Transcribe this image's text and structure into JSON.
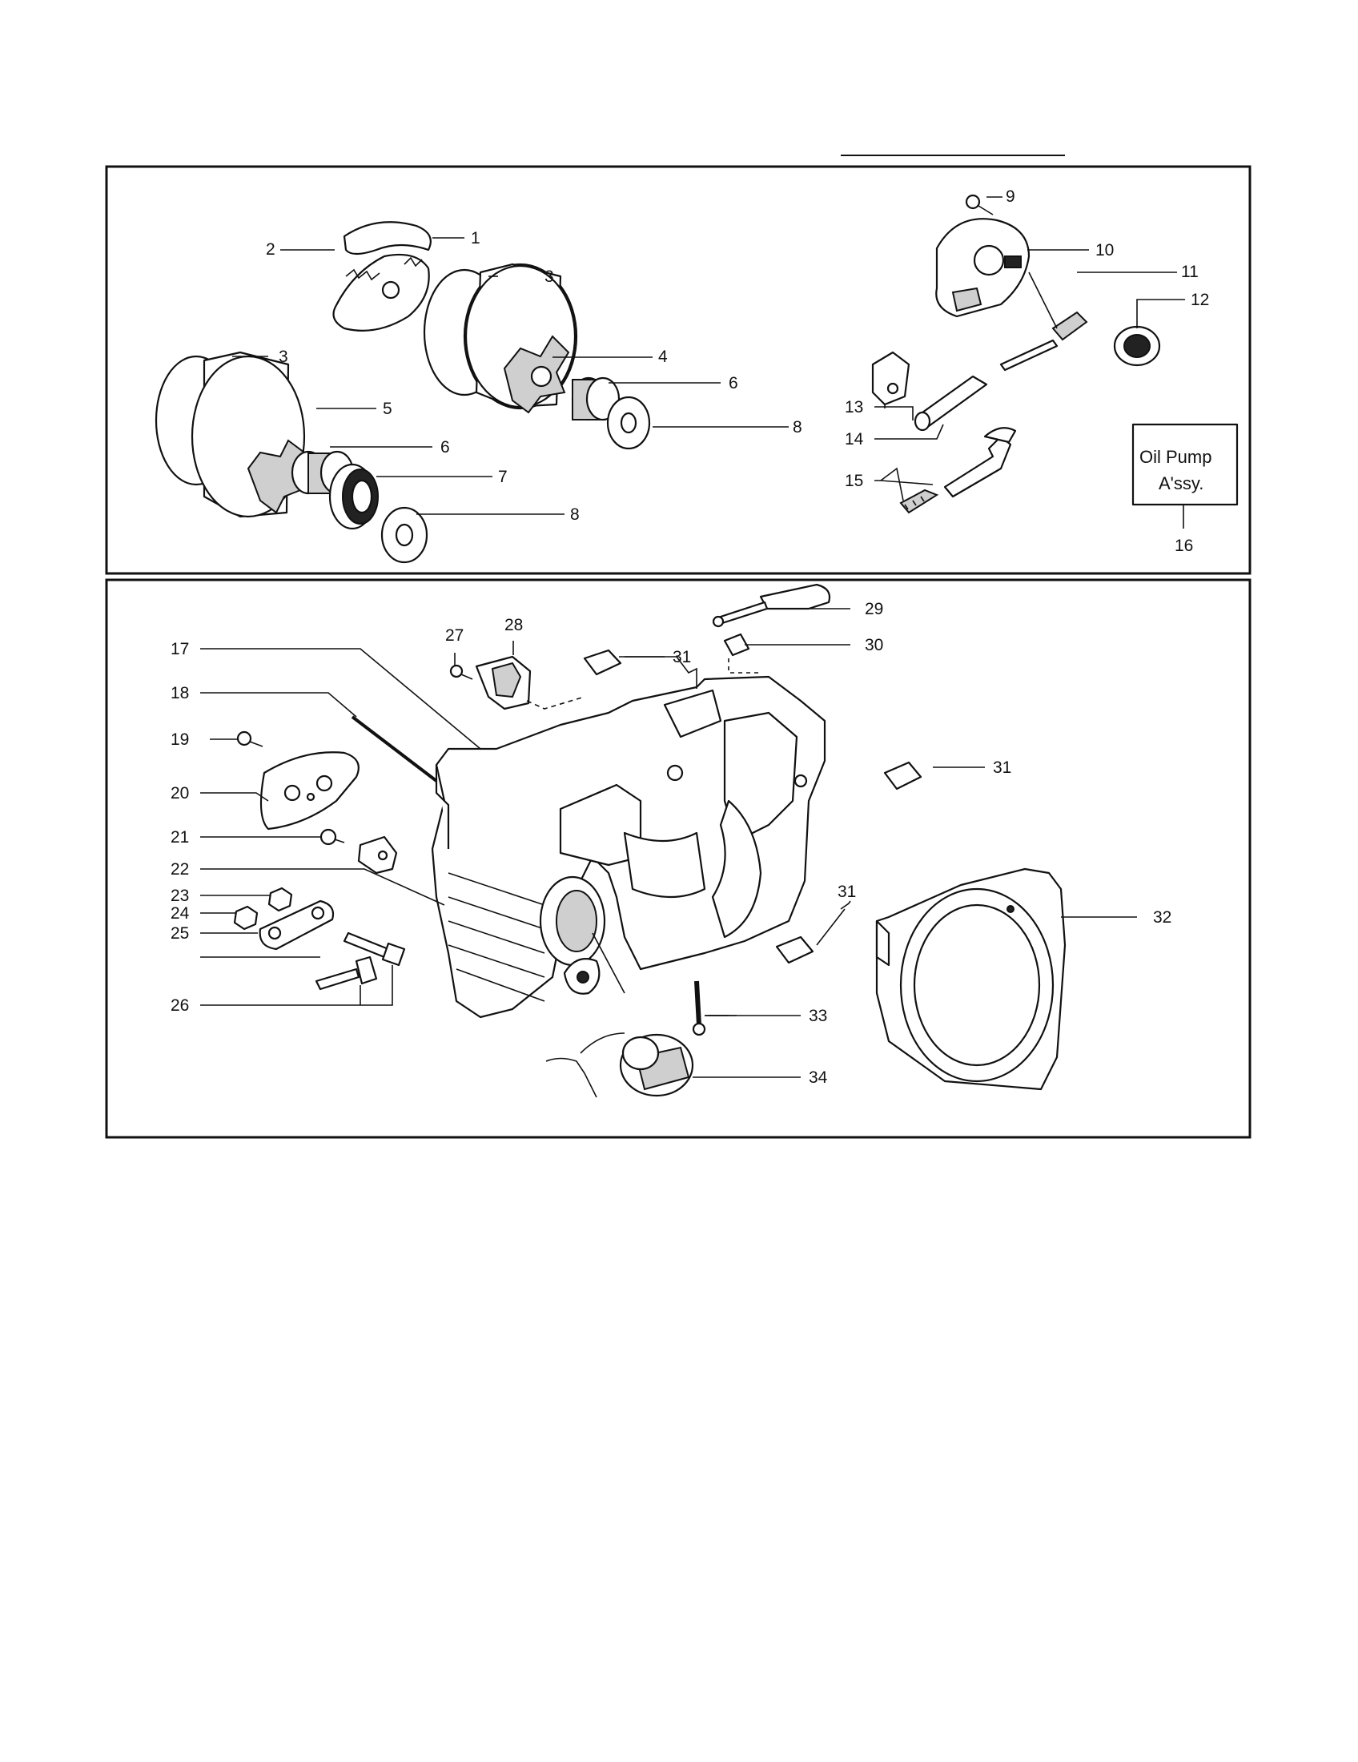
{
  "callouts": {
    "c1": "1",
    "c2": "2",
    "c3a": "3",
    "c3b": "3",
    "c4": "4",
    "c5": "5",
    "c6a": "6",
    "c6b": "6",
    "c7": "7",
    "c8a": "8",
    "c8b": "8",
    "c9": "9",
    "c10": "10",
    "c11": "11",
    "c12": "12",
    "c13": "13",
    "c14": "14",
    "c15": "15",
    "c16": "16",
    "c17": "17",
    "c18": "18",
    "c19": "19",
    "c20": "20",
    "c21": "21",
    "c22": "22",
    "c23": "23",
    "c24": "24",
    "c25": "25",
    "c26": "26",
    "c27": "27",
    "c28": "28",
    "c29": "29",
    "c30": "30",
    "c31a": "31",
    "c31b": "31",
    "c31c": "31",
    "c32": "32",
    "c33": "33",
    "c34": "34"
  },
  "oil_pump_box": {
    "line1": "Oil Pump",
    "line2": "A'ssy."
  }
}
